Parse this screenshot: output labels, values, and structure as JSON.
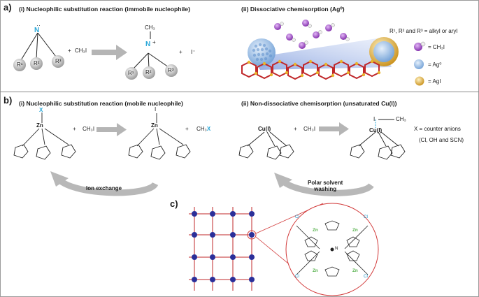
{
  "panel_a": {
    "letter": "a)",
    "heading_i": "(i)  Nucleophilic substitution reaction (immobile nucleophile)",
    "heading_ii": "(ii) Dissociative chemisorption (Ag⁰)",
    "nitrogen": "N",
    "methyl": "CH₃",
    "reactant_plus": "+",
    "reagent": "CH₃I",
    "product_plus": "+",
    "iodide": "I⁻",
    "r_groups": [
      "R¹",
      "R²",
      "R³"
    ],
    "legend_note": "R¹, R² and R³ = alkyl or aryl",
    "legend_items": [
      "= CH₃I",
      "= Ag⁰",
      "= AgI"
    ]
  },
  "panel_b": {
    "letter": "b)",
    "heading_i": "(i)  Nucleophilic substitution reaction (mobile nucleophile)",
    "heading_ii": "(ii) Non-dissociative chemisorption (unsaturated Cu(I))",
    "x_ligand": "X",
    "zn": "Zn",
    "iodine": "I",
    "plus": "+",
    "reagent": "CH₃I",
    "product_prefix": "CH₃",
    "product_suffix": "X",
    "cu": "Cu(I)",
    "cu_methyl": "CH₃",
    "ion_exchange": "Ion exchange",
    "polar_label_1": "Polar solvent",
    "polar_label_2": "washing",
    "counter_note_1": "X = counter anions",
    "counter_note_2": "(Cl, OH and SCN)"
  },
  "panel_c": {
    "letter": "c)",
    "zn": "Zn",
    "cl": "Cl",
    "n": "N"
  },
  "colors": {
    "accent_cyan": "#29a7d8",
    "arrow_grey": "#aaaaaa",
    "zn_green": "#55b04a",
    "cl_teal": "#1a8fc2",
    "lattice_blue": "#2b2f99",
    "lattice_red": "#c0282b",
    "silver_blue": "#8ab4e0",
    "agi_gold": "#d9a42a",
    "ch3i_purple": "#9b3dc4",
    "zoom_red": "#d23b3b"
  }
}
